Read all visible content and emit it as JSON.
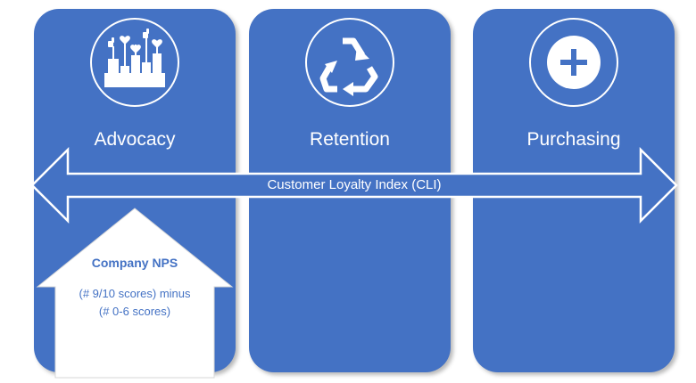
{
  "pillars": [
    {
      "label": "Advocacy",
      "icon": "likes-hearts-chart-icon"
    },
    {
      "label": "Retention",
      "icon": "recycle-arrows-icon"
    },
    {
      "label": "Purchasing",
      "icon": "plus-circle-icon"
    }
  ],
  "index_arrow": {
    "label": "Customer Loyalty Index (CLI)"
  },
  "nps_box": {
    "title": "Company NPS",
    "formula_line_1": "(# 9/10 scores) minus",
    "formula_line_2": "(# 0-6 scores)"
  },
  "colors": {
    "panel": "#4472c4",
    "text_on_panel": "#ffffff",
    "nps_text": "#4472c4",
    "nps_fill": "#ffffff"
  }
}
